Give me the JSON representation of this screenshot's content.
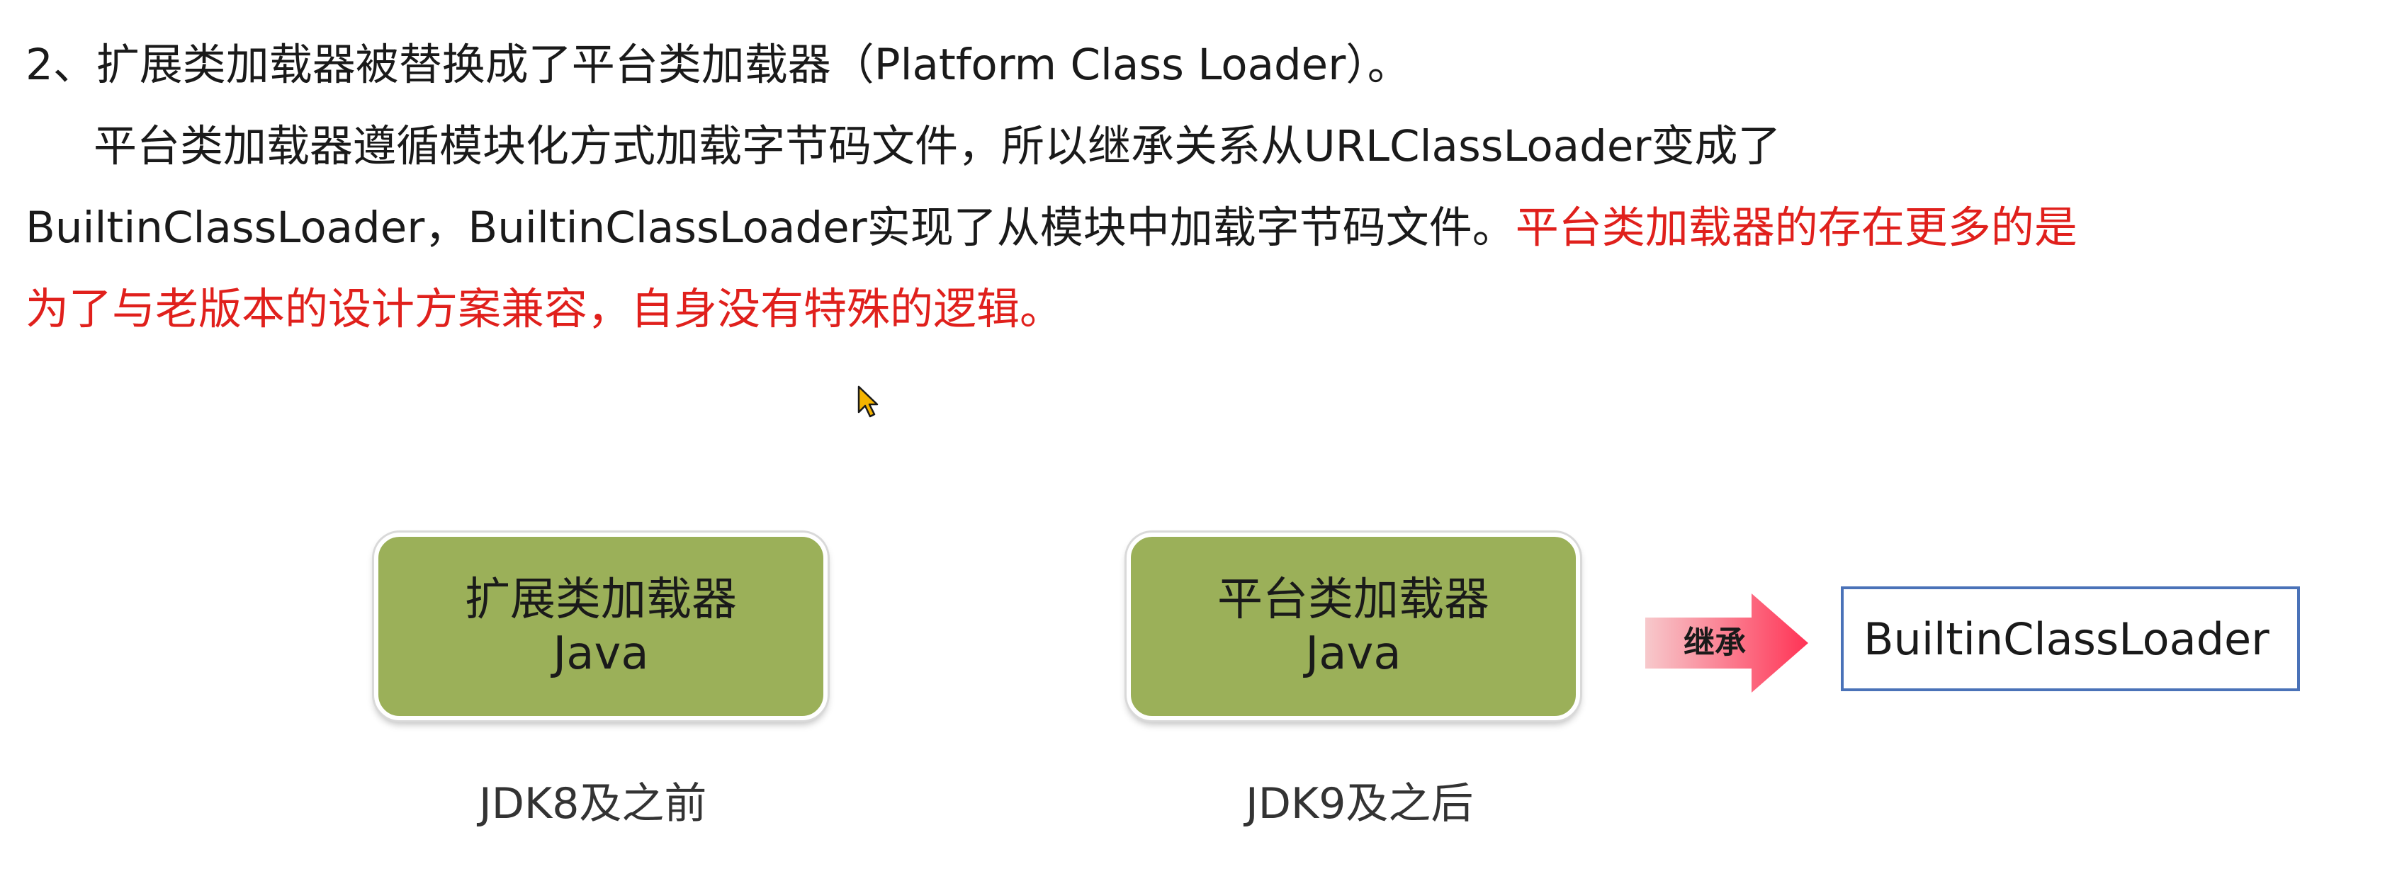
{
  "paragraph": {
    "line1": "2、扩展类加载器被替换成了平台类加载器（Platform Class Loader）。",
    "line2": "平台类加载器遵循模块化方式加载字节码文件，所以继承关系从URLClassLoader变成了",
    "line3_black": "BuiltinClassLoader，BuiltinClassLoader实现了从模块中加载字节码文件。",
    "line3_red": "平台类加载器的存在更多的是",
    "line4_red": "为了与老版本的设计方案兼容，自身没有特殊的逻辑。"
  },
  "diagram": {
    "left_box": {
      "line1": "扩展类加载器",
      "line2": "Java",
      "caption": "JDK8及之前"
    },
    "right_box": {
      "line1": "平台类加载器",
      "line2": "Java",
      "caption": "JDK9及之后"
    },
    "arrow_label": "继承",
    "target_box": "BuiltinClassLoader"
  },
  "colors": {
    "red_text": "#e0201c",
    "green_box": "#9bb059",
    "target_border": "#4a72b8",
    "arrow_gradient_start": "#f7c9cc",
    "arrow_gradient_end": "#ff3355"
  },
  "icons": {
    "cursor": "mouse-pointer-icon"
  }
}
